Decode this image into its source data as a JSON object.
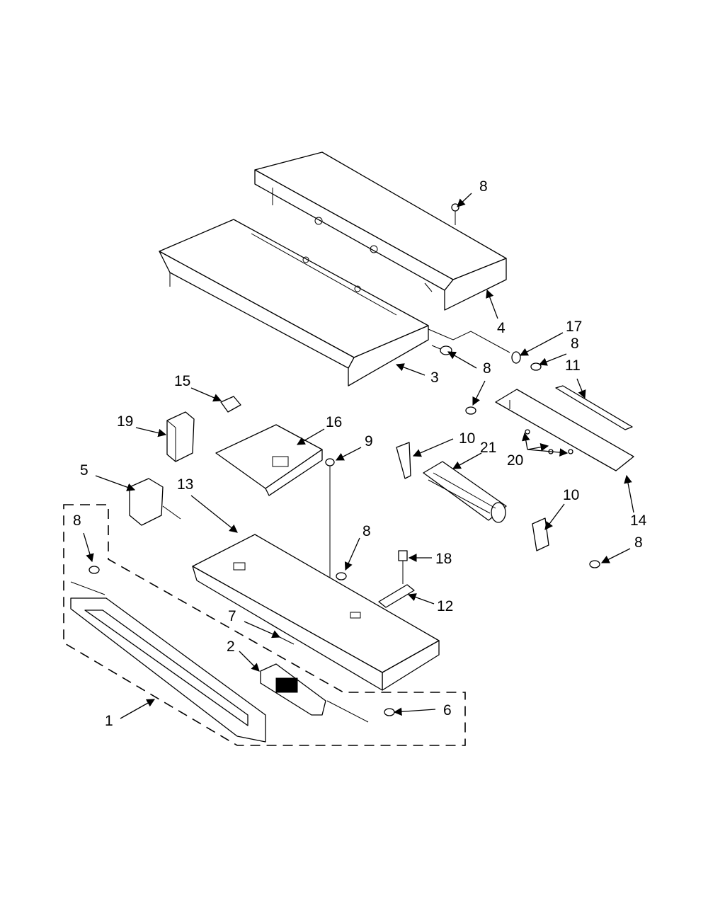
{
  "diagram": {
    "callouts": [
      {
        "id": "c-8a",
        "text": "8"
      },
      {
        "id": "c-4",
        "text": "4"
      },
      {
        "id": "c-17",
        "text": "17"
      },
      {
        "id": "c-8b",
        "text": "8"
      },
      {
        "id": "c-3",
        "text": "3"
      },
      {
        "id": "c-8c",
        "text": "8"
      },
      {
        "id": "c-11",
        "text": "11"
      },
      {
        "id": "c-15",
        "text": "15"
      },
      {
        "id": "c-19",
        "text": "19"
      },
      {
        "id": "c-16",
        "text": "16"
      },
      {
        "id": "c-9",
        "text": "9"
      },
      {
        "id": "c-10a",
        "text": "10"
      },
      {
        "id": "c-21",
        "text": "21"
      },
      {
        "id": "c-20",
        "text": "20"
      },
      {
        "id": "c-5",
        "text": "5"
      },
      {
        "id": "c-13",
        "text": "13"
      },
      {
        "id": "c-10b",
        "text": "10"
      },
      {
        "id": "c-14",
        "text": "14"
      },
      {
        "id": "c-8d",
        "text": "8"
      },
      {
        "id": "c-8e",
        "text": "8"
      },
      {
        "id": "c-18",
        "text": "18"
      },
      {
        "id": "c-8f",
        "text": "8"
      },
      {
        "id": "c-12",
        "text": "12"
      },
      {
        "id": "c-7",
        "text": "7"
      },
      {
        "id": "c-2",
        "text": "2"
      },
      {
        "id": "c-6",
        "text": "6"
      },
      {
        "id": "c-1",
        "text": "1"
      }
    ]
  }
}
